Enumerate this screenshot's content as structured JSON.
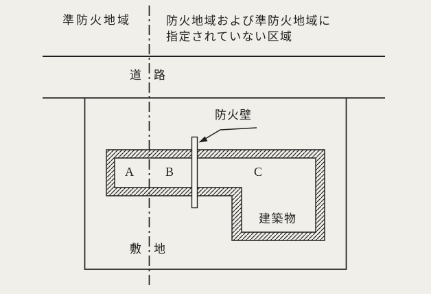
{
  "colors": {
    "paper": "#f1efe9",
    "ink": "#1f1f1f",
    "wall_fill": "#f6f4ee"
  },
  "zones": {
    "left_label": "準防火地域",
    "right_label_line1": "防火地域および準防火地域に",
    "right_label_line2": "指定されていない区域"
  },
  "road": {
    "left_char": "道",
    "right_char": "路"
  },
  "site": {
    "left_char": "敷",
    "right_char": "地"
  },
  "building": {
    "label": "建築物",
    "firewall_label": "防火壁",
    "sections": [
      "A",
      "B",
      "C"
    ]
  }
}
